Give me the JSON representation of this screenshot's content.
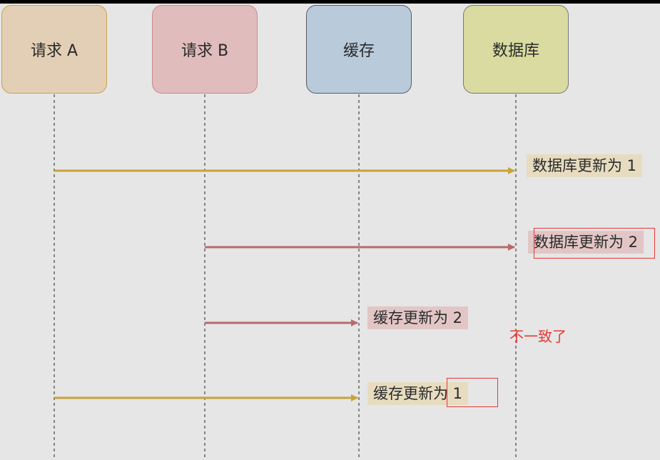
{
  "actors": {
    "request_a": "请求 A",
    "request_b": "请求 B",
    "cache": "缓存",
    "database": "数据库"
  },
  "messages": {
    "db_update_1": "数据库更新为 1",
    "db_update_2": "数据库更新为 2",
    "cache_update_2": "缓存更新为 2",
    "cache_update_1": "缓存更新为 1"
  },
  "annotation": {
    "inconsistent": "不一致了"
  },
  "colors": {
    "request_a_arrow": "#c9a23a",
    "request_b_arrow": "#b86a6a",
    "highlight": "#e53935"
  }
}
